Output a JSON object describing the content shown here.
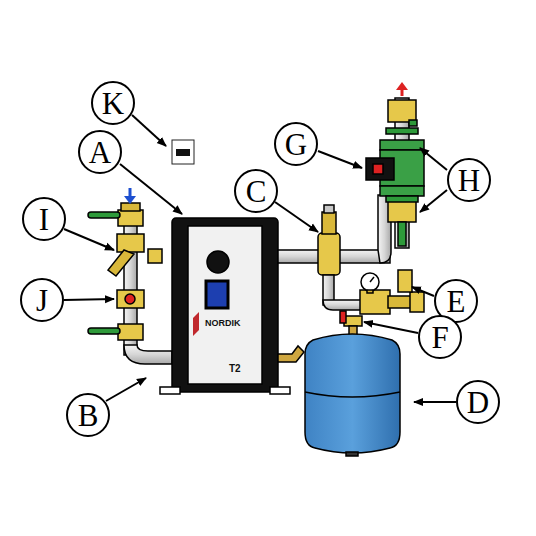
{
  "diagram": {
    "nodes": [
      {
        "text": [
          "K"
        ]
      },
      {
        "text": [
          "A"
        ]
      },
      {
        "text": [
          "G"
        ]
      },
      {
        "text": [
          "C"
        ]
      },
      {
        "text": [
          "H"
        ]
      },
      {
        "text": [
          "I"
        ]
      },
      {
        "text": [
          "E"
        ]
      },
      {
        "text": [
          "J"
        ]
      },
      {
        "text": [
          "F"
        ]
      },
      {
        "text": [
          "D"
        ]
      },
      {
        "text": [
          "B"
        ]
      }
    ],
    "labels": [
      "NORDIK",
      "T2"
    ]
  }
}
